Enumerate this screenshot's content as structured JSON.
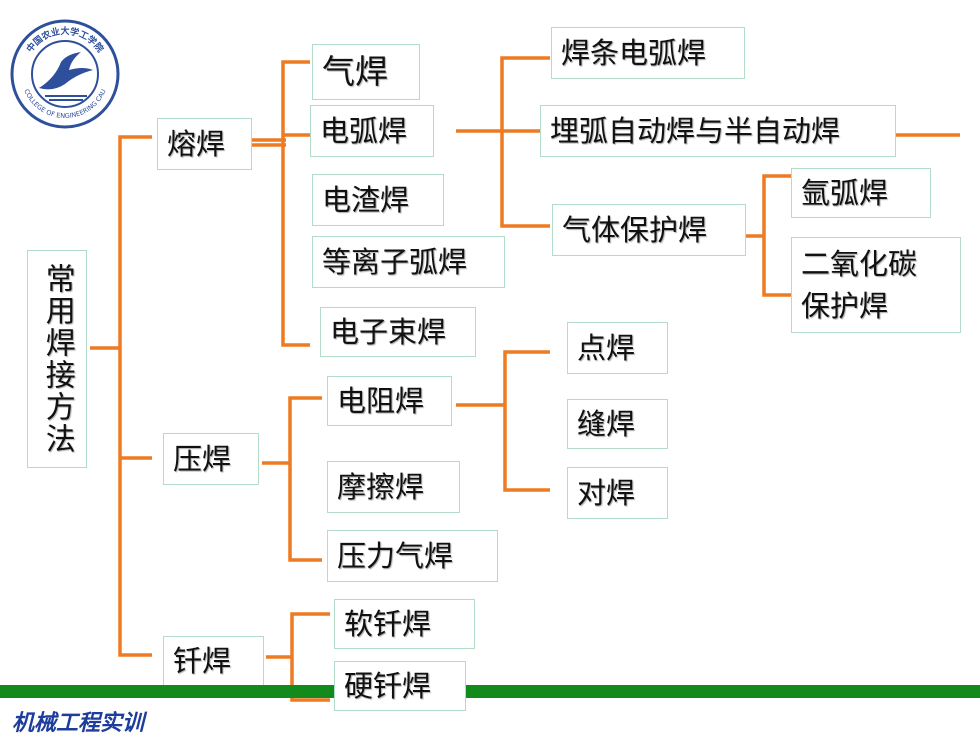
{
  "root": "常用焊接方法",
  "categories": {
    "rong": "熔焊",
    "ya": "压焊",
    "qian": "钎焊"
  },
  "rong_items": {
    "qihan": "气焊",
    "dianhuhan": "电弧焊",
    "dianzhahan": "电渣焊",
    "dengliziHan": "等离子弧焊",
    "dianzishuHan": "电子束焊"
  },
  "arc_items": {
    "hantiao": "焊条电弧焊",
    "maihu": "埋弧自动焊与半自动焊",
    "qiti": "气体保护焊"
  },
  "gas_items": {
    "yahu": "氩弧焊",
    "co2_line1": "二氧化碳",
    "co2_line2": "保护焊"
  },
  "ya_items": {
    "dianzu": "电阻焊",
    "mocha": "摩擦焊",
    "yaliqi": "压力气焊"
  },
  "resistance_items": {
    "dian": "点焊",
    "feng": "缝焊",
    "dui": "对焊"
  },
  "qian_items": {
    "ruan": "软钎焊",
    "ying": "硬钎焊"
  },
  "logo": {
    "top_text": "中国农业大学工学院",
    "bottom_text": "COLLEGE OF ENGINEERING CAU"
  },
  "footer": "机械工程实训",
  "colors": {
    "connector": "#ee7a22",
    "bar": "#138a1c",
    "footer_text": "#1c3d9c",
    "box_border": "#b3dcc8"
  }
}
